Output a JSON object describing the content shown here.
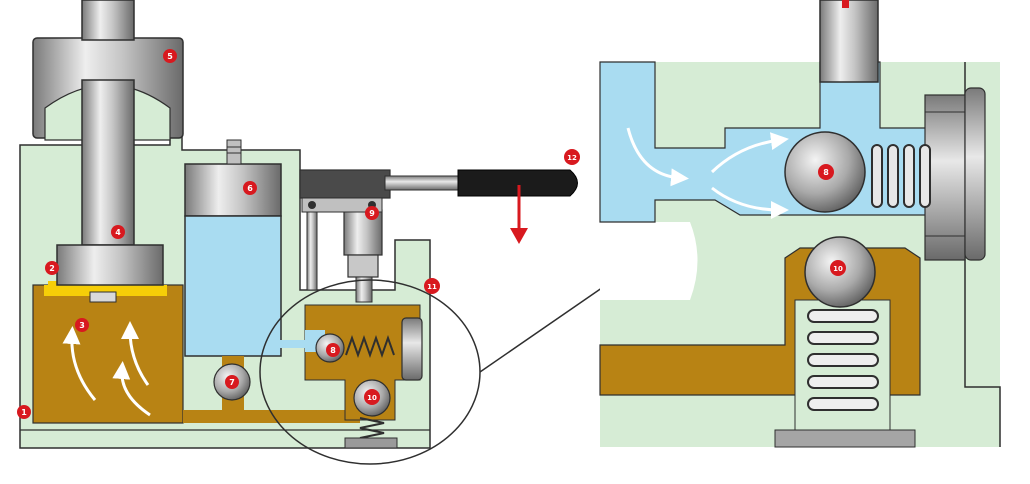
{
  "colors": {
    "body_green": "#d6ecd5",
    "outline": "#2f2f2f",
    "steel_light": "#e2e2e2",
    "steel_mid": "#a8a8a8",
    "steel_dark": "#6d6d6d",
    "fluid_blue": "#a9dcf1",
    "hot_oil": "#b88314",
    "cap_yellow": "#f6ce08",
    "label_red": "#d8191f",
    "handle_black": "#1b1b1b"
  },
  "labels": {
    "l1": "1",
    "l2": "2",
    "l3": "3",
    "l4": "4",
    "l5": "5",
    "l6": "6",
    "l7": "7",
    "l8": "8",
    "l9": "9",
    "l10": "10",
    "l11": "11",
    "l12": "12",
    "d8": "8",
    "d10": "10"
  }
}
